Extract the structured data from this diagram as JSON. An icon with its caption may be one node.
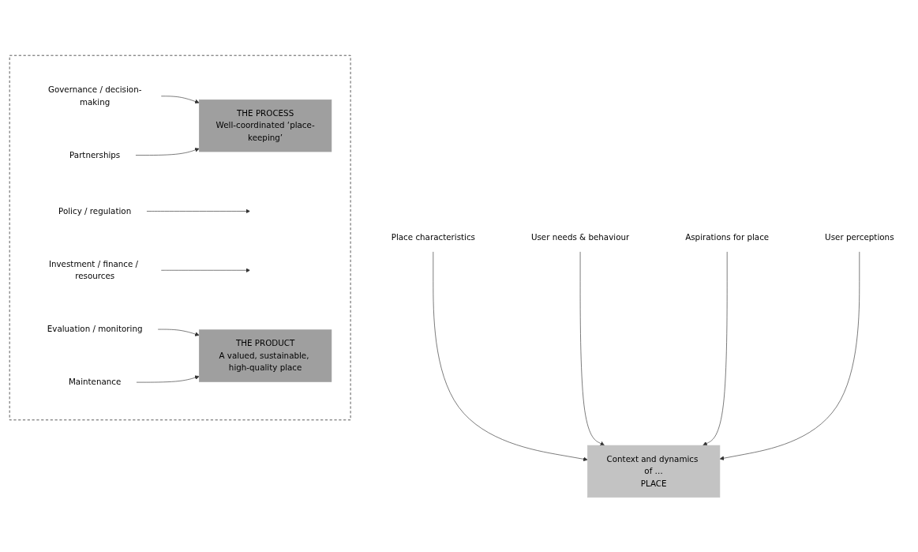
{
  "diagram": {
    "nodes": [
      {
        "text": [
          "Place characteristics"
        ]
      },
      {
        "text": [
          "Context and dynamics of …",
          "PLACE"
        ]
      },
      {
        "text": [
          "User needs & behaviour"
        ]
      },
      {
        "text": [
          "Aspirations for place"
        ]
      },
      {
        "text": [
          "User perceptions"
        ]
      },
      {
        "text": [],
        "shape": "box"
      },
      {
        "text": [
          "Governance / decision-making"
        ],
        "in": 5
      },
      {
        "text": [
          "THE PROCESS",
          "Well-coordinated ‘place-keeping’"
        ],
        "in": 5
      },
      {
        "text": [
          "Partnerships"
        ],
        "in": 5
      },
      {
        "text": [
          "Policy / regulation"
        ],
        "in": 5
      },
      {
        "text": [
          "Investment / finance / resources"
        ],
        "in": 5
      },
      {
        "text": [
          "Evaluation / monitoring"
        ],
        "in": 5
      },
      {
        "text": [
          "THE PRODUCT",
          "A valued, sustainable, high-quality place"
        ],
        "in": 5
      },
      {
        "text": [
          "Maintenance"
        ],
        "in": 5
      }
    ],
    "edges": [
      {
        "from": 0,
        "to": 1,
        "arrow": "to"
      },
      {
        "from": 2,
        "to": 1,
        "arrow": "to"
      },
      {
        "from": 3,
        "to": 1,
        "arrow": "to"
      },
      {
        "from": 4,
        "to": 1,
        "arrow": "to"
      },
      {
        "from": 6,
        "to": 7,
        "arrow": "to"
      },
      {
        "from": 8,
        "to": 7,
        "arrow": "to"
      },
      {
        "from": 9,
        "to": null,
        "arrow": "to"
      },
      {
        "from": 10,
        "to": null,
        "arrow": "to"
      },
      {
        "from": 11,
        "to": 12,
        "arrow": "to"
      },
      {
        "from": 13,
        "to": 12,
        "arrow": "to"
      }
    ]
  }
}
